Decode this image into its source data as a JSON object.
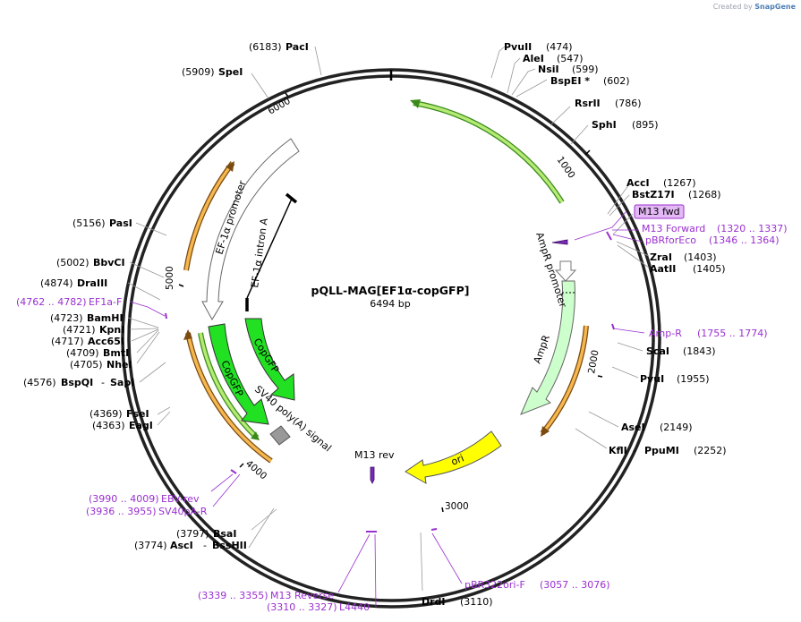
{
  "credit": {
    "prefix": "Created by",
    "brand": "SnapGene"
  },
  "plasmid": {
    "name": "pQLL-MAG[EF1α-copGFP]",
    "size": "6494 bp"
  },
  "ticks": [
    "1000",
    "2000",
    "3000",
    "4000",
    "5000",
    "6000"
  ],
  "sites": {
    "pvuii": {
      "name": "PvuII",
      "pos": "(474)"
    },
    "alei": {
      "name": "AleI",
      "pos": "(547)"
    },
    "nsii": {
      "name": "NsiI",
      "pos": "(599)"
    },
    "bspei": {
      "name": "BspEI *",
      "pos": "(602)"
    },
    "rsrii": {
      "name": "RsrII",
      "pos": "(786)"
    },
    "sphi": {
      "name": "SphI",
      "pos": "(895)"
    },
    "acci": {
      "name": "AccI",
      "pos": "(1267)"
    },
    "bstz17i": {
      "name": "BstZ17I",
      "pos": "(1268)"
    },
    "zrai": {
      "name": "ZraI",
      "pos": "(1403)"
    },
    "aatii": {
      "name": "AatII",
      "pos": "(1405)"
    },
    "scai": {
      "name": "ScaI",
      "pos": "(1843)"
    },
    "pvui": {
      "name": "PvuI",
      "pos": "(1955)"
    },
    "asei": {
      "name": "AseI",
      "pos": "(2149)"
    },
    "kfli": {
      "name": "KflI",
      "name2": "PpuMI",
      "pos": "(2252)"
    },
    "drdi": {
      "name": "DrdI",
      "pos": "(3110)"
    },
    "bsai": {
      "name": "BsaI",
      "pos": "(3797)"
    },
    "asci": {
      "name": "AscI",
      "name2": "BssHII",
      "pos": "(3774)"
    },
    "fsei": {
      "name": "FseI",
      "pos": "(4369)"
    },
    "eagi": {
      "name": "EagI",
      "pos": "(4363)"
    },
    "bspqi": {
      "name": "BspQI",
      "name2": "SapI",
      "pos": "(4576)"
    },
    "nhei": {
      "name": "NheI",
      "pos": "(4705)"
    },
    "bmti": {
      "name": "BmtI",
      "pos": "(4709)"
    },
    "acc65i": {
      "name": "Acc65I",
      "pos": "(4717)"
    },
    "kpni": {
      "name": "KpnI",
      "pos": "(4721)"
    },
    "bamhi": {
      "name": "BamHI",
      "pos": "(4723)"
    },
    "draiii": {
      "name": "DraIII",
      "pos": "(4874)"
    },
    "bbvci": {
      "name": "BbvCI",
      "pos": "(5002)"
    },
    "pasi": {
      "name": "PasI",
      "pos": "(5156)"
    },
    "spei": {
      "name": "SpeI",
      "pos": "(5909)"
    },
    "paci": {
      "name": "PacI",
      "pos": "(6183)"
    }
  },
  "primers": {
    "m13fwd_box": "M13 fwd",
    "m13forward": {
      "name": "M13 Forward",
      "range": "(1320 .. 1337)"
    },
    "pbrforeco": {
      "name": "pBRforEco",
      "range": "(1346 .. 1364)"
    },
    "ampr": {
      "name": "Amp-R",
      "range": "(1755 .. 1774)"
    },
    "pbr322ori": {
      "name": "pBR322ori-F",
      "range": "(3057 .. 3076)"
    },
    "m13reverse": {
      "name": "M13 Reverse",
      "range": "(3339 .. 3355)"
    },
    "l4440": {
      "name": "L4440",
      "range": "(3310 .. 3327)"
    },
    "ebvrev": {
      "name": "EBV-rev",
      "range": "(3990 .. 4009)"
    },
    "sv40pa": {
      "name": "SV40pA-R",
      "range": "(3936 .. 3955)"
    },
    "ef1af": {
      "name": "EF1a-F",
      "range": "(4762 .. 4782)"
    }
  },
  "features": {
    "amprpromoter": "AmpR promoter",
    "ampr": "AmpR",
    "ori": "ori",
    "m13rev": "M13 rev",
    "sv40": "SV40 poly(A) signal",
    "copgfp1": "CopGFP",
    "copgfp2": "CopGFP",
    "ef1intron": "EF-1α intron A",
    "ef1promoter": "EF-1α promoter"
  },
  "colors": {
    "primer": "#9a2fd0",
    "gfp": "#22e022",
    "ori": "#ffff00",
    "amp": "#ccffcc",
    "orange": "#f0a030",
    "lime": "#99dd33"
  }
}
